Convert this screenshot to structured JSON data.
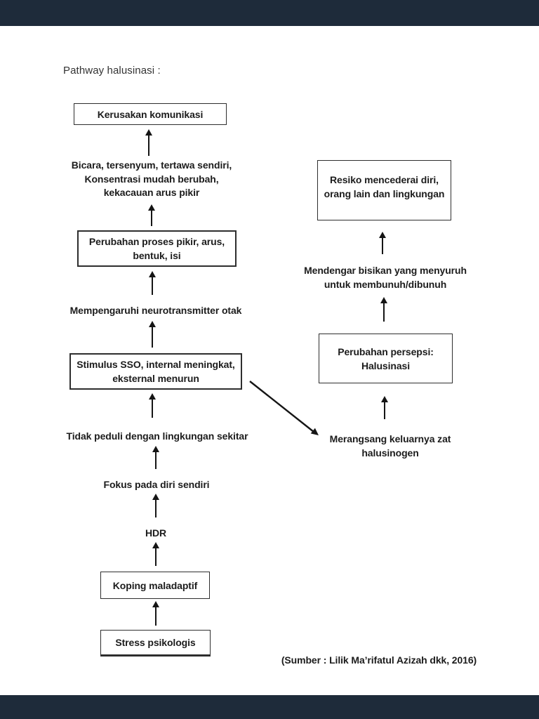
{
  "title": "Pathway halusinasi :",
  "colors": {
    "letterbox": "#1e2b3a",
    "text": "#1c1c1c",
    "box_border": "#2e2e2e",
    "page_background": "#ffffff"
  },
  "left_column": {
    "kerusakan": "Kerusakan komunikasi",
    "bicara": "Bicara, tersenyum, tertawa sendiri,\nKonsentrasi mudah berubah,\nkekacauan arus pikir",
    "perubahan_proses": "Perubahan proses pikir, arus,\nbentuk, isi",
    "mempengaruhi": "Mempengaruhi neurotransmitter otak",
    "stimulus": "Stimulus SSO, internal meningkat,\neksternal menurun",
    "tidak_peduli": "Tidak peduli dengan lingkungan sekitar",
    "fokus": "Fokus pada diri sendiri",
    "hdr": "HDR",
    "koping": "Koping maladaptif",
    "stress": "Stress psikologis"
  },
  "right_column": {
    "resiko": "Resiko mencederai diri,\norang lain dan lingkungan",
    "mendengar": "Mendengar bisikan yang menyuruh\nuntuk membunuh/dibunuh",
    "perubahan_persepsi": "Perubahan persepsi:\nHalusinasi",
    "merangsang": "Merangsang keluarnya zat\nhalusinogen"
  },
  "source": "(Sumber : Lilik Ma’rifatul Azizah dkk, 2016)"
}
